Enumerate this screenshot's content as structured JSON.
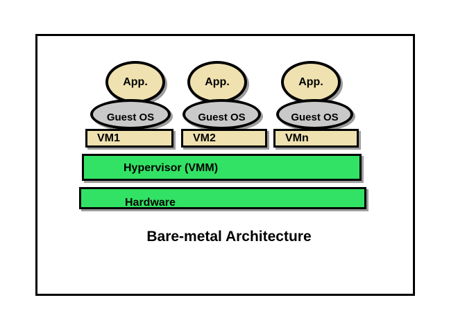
{
  "diagram": {
    "title": "Bare-metal Architecture",
    "caption": "Bare-metal Architecture",
    "type": "layered-architecture-stack",
    "colors": {
      "app_fill": "#efe2b0",
      "guest_os_fill": "#c9c9c9",
      "vm_fill": "#efe2b0",
      "layer_fill": "#32e264",
      "stroke": "#000000",
      "background": "#ffffff"
    },
    "columns": [
      {
        "app_label": "App.",
        "guest_os_label": "Guest OS",
        "vm_label": "VM1"
      },
      {
        "app_label": "App.",
        "guest_os_label": "Guest OS",
        "vm_label": "VM2"
      },
      {
        "app_label": "App.",
        "guest_os_label": "Guest OS",
        "vm_label": "VMn"
      }
    ],
    "layers": [
      {
        "label": "Hypervisor (VMM)"
      },
      {
        "label": "Hardware"
      }
    ]
  }
}
